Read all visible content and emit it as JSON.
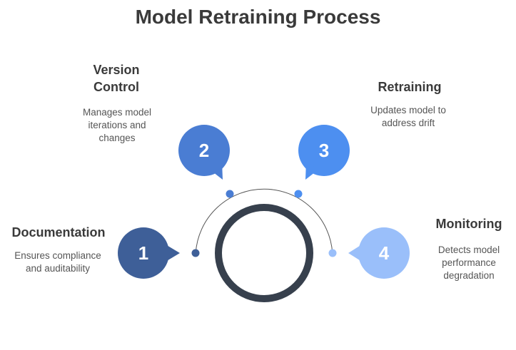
{
  "title": "Model Retraining Process",
  "colors": {
    "step1": "#3E5F98",
    "step2": "#4A7DD3",
    "step3": "#4D8FF0",
    "step4": "#9ABFFA",
    "ring": "#37404D",
    "arc": "#555555"
  },
  "steps": [
    {
      "number": "1",
      "title": "Documentation",
      "description": "Ensures compliance and auditability"
    },
    {
      "number": "2",
      "title": "Version Control",
      "description": "Manages model iterations and changes"
    },
    {
      "number": "3",
      "title": "Retraining",
      "description": "Updates model to address drift"
    },
    {
      "number": "4",
      "title": "Monitoring",
      "description": "Detects model performance degradation"
    }
  ]
}
